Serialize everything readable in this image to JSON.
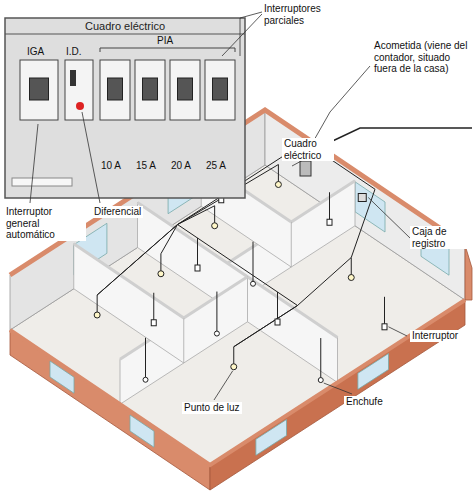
{
  "diagram": {
    "nodes": [
      {
        "text": [
          "Cuadro eléctrico"
        ]
      }
    ],
    "labels": [
      "IGA",
      "I.D.",
      "PIA",
      "10 A",
      "15 A",
      "20 A",
      "25 A",
      "Interruptores parciales",
      "Acometida (viene del contador, situado fuera de la casa)",
      "Cuadro eléctrico",
      "Caja de registro",
      "Interruptor",
      "Enchufe",
      "Punto de luz",
      "Interruptor general automático",
      "Diferencial"
    ]
  }
}
